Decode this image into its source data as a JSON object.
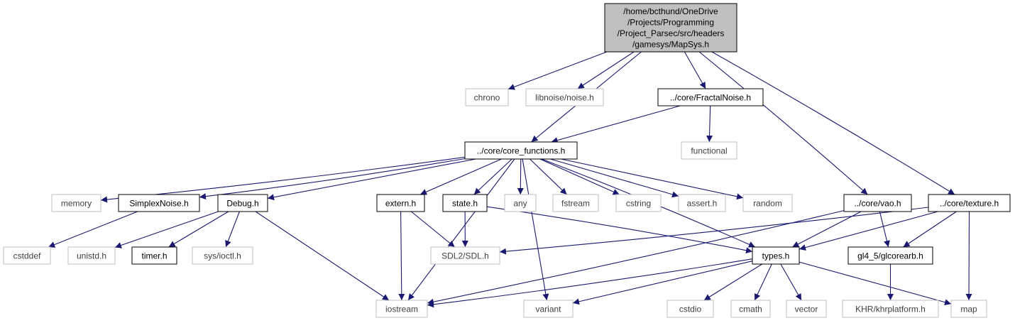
{
  "colors": {
    "edge": "#191970",
    "root_fill": "#bfbfbf",
    "project_border": "#000000",
    "external_border": "#bfbfbf",
    "external_text": "#404040"
  },
  "nodes": [
    {
      "id": "mapsys",
      "kind": "root",
      "lines": [
        "/home/bcthund/OneDrive",
        "/Projects/Programming",
        "/Project_Parsec/src/headers",
        "/gamesys/MapSys.h"
      ]
    },
    {
      "id": "chrono",
      "kind": "std",
      "lines": [
        "chrono"
      ]
    },
    {
      "id": "libnoise",
      "kind": "std",
      "lines": [
        "libnoise/noise.h"
      ]
    },
    {
      "id": "fractal",
      "kind": "proj",
      "lines": [
        "../core/FractalNoise.h"
      ]
    },
    {
      "id": "corefn",
      "kind": "proj",
      "lines": [
        "../core/core_functions.h"
      ]
    },
    {
      "id": "functional",
      "kind": "std",
      "lines": [
        "functional"
      ]
    },
    {
      "id": "memory",
      "kind": "std",
      "lines": [
        "memory"
      ]
    },
    {
      "id": "simplex",
      "kind": "proj",
      "lines": [
        "SimplexNoise.h"
      ]
    },
    {
      "id": "debug",
      "kind": "proj",
      "lines": [
        "Debug.h"
      ]
    },
    {
      "id": "extern",
      "kind": "proj",
      "lines": [
        "extern.h"
      ]
    },
    {
      "id": "state",
      "kind": "proj",
      "lines": [
        "state.h"
      ]
    },
    {
      "id": "any",
      "kind": "std",
      "lines": [
        "any"
      ]
    },
    {
      "id": "fstream",
      "kind": "std",
      "lines": [
        "fstream"
      ]
    },
    {
      "id": "cstring",
      "kind": "std",
      "lines": [
        "cstring"
      ]
    },
    {
      "id": "assert",
      "kind": "std",
      "lines": [
        "assert.h"
      ]
    },
    {
      "id": "random",
      "kind": "std",
      "lines": [
        "random"
      ]
    },
    {
      "id": "vao",
      "kind": "proj",
      "lines": [
        "../core/vao.h"
      ]
    },
    {
      "id": "texture",
      "kind": "proj",
      "lines": [
        "../core/texture.h"
      ]
    },
    {
      "id": "cstddef",
      "kind": "std",
      "lines": [
        "cstddef"
      ]
    },
    {
      "id": "unistd",
      "kind": "std",
      "lines": [
        "unistd.h"
      ]
    },
    {
      "id": "timer",
      "kind": "proj",
      "lines": [
        "timer.h"
      ]
    },
    {
      "id": "ioctl",
      "kind": "std",
      "lines": [
        "sys/ioctl.h"
      ]
    },
    {
      "id": "sdl",
      "kind": "std",
      "lines": [
        "SDL2/SDL.h"
      ]
    },
    {
      "id": "types",
      "kind": "proj",
      "lines": [
        "types.h"
      ]
    },
    {
      "id": "glcore",
      "kind": "proj",
      "lines": [
        "gl4_5/glcorearb.h"
      ]
    },
    {
      "id": "iostream",
      "kind": "std",
      "lines": [
        "iostream"
      ]
    },
    {
      "id": "variant",
      "kind": "std",
      "lines": [
        "variant"
      ]
    },
    {
      "id": "cstdio",
      "kind": "std",
      "lines": [
        "cstdio"
      ]
    },
    {
      "id": "cmath",
      "kind": "std",
      "lines": [
        "cmath"
      ]
    },
    {
      "id": "vector",
      "kind": "std",
      "lines": [
        "vector"
      ]
    },
    {
      "id": "khr",
      "kind": "std",
      "lines": [
        "KHR/khrplatform.h"
      ]
    },
    {
      "id": "map",
      "kind": "std",
      "lines": [
        "map"
      ]
    }
  ],
  "edges": [
    [
      "mapsys",
      "chrono"
    ],
    [
      "mapsys",
      "libnoise"
    ],
    [
      "mapsys",
      "fractal"
    ],
    [
      "mapsys",
      "corefn"
    ],
    [
      "mapsys",
      "vao"
    ],
    [
      "mapsys",
      "texture"
    ],
    [
      "fractal",
      "corefn"
    ],
    [
      "fractal",
      "functional"
    ],
    [
      "corefn",
      "memory"
    ],
    [
      "corefn",
      "simplex"
    ],
    [
      "corefn",
      "debug"
    ],
    [
      "corefn",
      "extern"
    ],
    [
      "corefn",
      "state"
    ],
    [
      "corefn",
      "any"
    ],
    [
      "corefn",
      "fstream"
    ],
    [
      "corefn",
      "cstring"
    ],
    [
      "corefn",
      "assert"
    ],
    [
      "corefn",
      "random"
    ],
    [
      "corefn",
      "iostream"
    ],
    [
      "corefn",
      "variant"
    ],
    [
      "corefn",
      "types"
    ],
    [
      "simplex",
      "cstddef"
    ],
    [
      "debug",
      "unistd"
    ],
    [
      "debug",
      "timer"
    ],
    [
      "debug",
      "ioctl"
    ],
    [
      "debug",
      "iostream"
    ],
    [
      "extern",
      "sdl"
    ],
    [
      "extern",
      "iostream"
    ],
    [
      "state",
      "sdl"
    ],
    [
      "state",
      "types"
    ],
    [
      "vao",
      "types"
    ],
    [
      "vao",
      "glcore"
    ],
    [
      "vao",
      "iostream"
    ],
    [
      "texture",
      "sdl"
    ],
    [
      "texture",
      "types"
    ],
    [
      "texture",
      "glcore"
    ],
    [
      "texture",
      "map"
    ],
    [
      "types",
      "iostream"
    ],
    [
      "types",
      "variant"
    ],
    [
      "types",
      "cstdio"
    ],
    [
      "types",
      "cmath"
    ],
    [
      "types",
      "vector"
    ],
    [
      "types",
      "map"
    ],
    [
      "glcore",
      "khr"
    ]
  ]
}
